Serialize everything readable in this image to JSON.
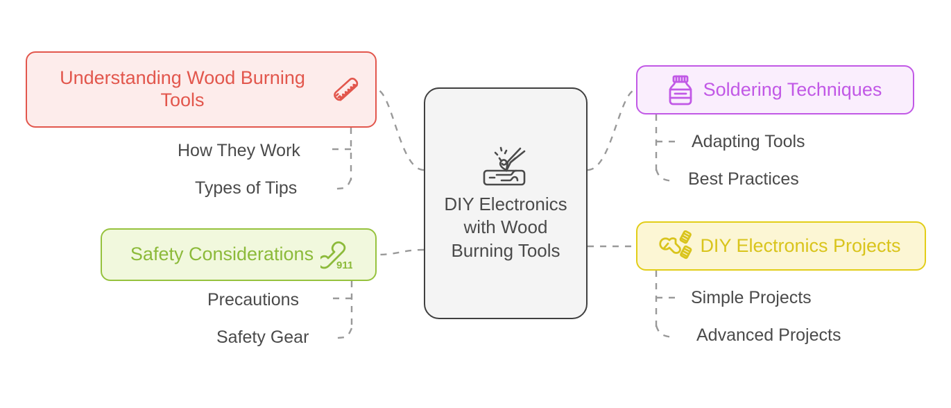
{
  "diagram": {
    "type": "mind-map",
    "background_color": "#ffffff",
    "connector_color": "#999999",
    "connector_style": "dashed"
  },
  "center": {
    "title": "DIY Electronics with Wood Burning Tools",
    "icon": "wood-burning-pen-icon",
    "text_color": "#4a4a4a",
    "border_color": "#3f3f3f",
    "fill_color": "#f4f4f4"
  },
  "branches": [
    {
      "id": "understanding",
      "label": "Understanding Wood Burning Tools",
      "icon": "hacksaw-icon",
      "accent_color": "#e2564c",
      "fill_color": "#fdeceb",
      "position": "top-left",
      "children": [
        {
          "label": "How They Work"
        },
        {
          "label": "Types of Tips"
        }
      ]
    },
    {
      "id": "safety",
      "label": "Safety Considerations",
      "icon": "emergency-phone-911-icon",
      "icon_badge": "911",
      "accent_color": "#8cba3a",
      "fill_color": "#f1f8dd",
      "position": "bottom-left",
      "children": [
        {
          "label": "Precautions"
        },
        {
          "label": "Safety Gear"
        }
      ]
    },
    {
      "id": "soldering",
      "label": "Soldering Techniques",
      "icon": "flux-jar-icon",
      "accent_color": "#c158e6",
      "fill_color": "#faeefd",
      "position": "top-right",
      "children": [
        {
          "label": "Adapting Tools"
        },
        {
          "label": "Best Practices"
        }
      ]
    },
    {
      "id": "projects",
      "label": "DIY Electronics Projects",
      "icon": "wrench-and-screws-icon",
      "accent_color": "#d9c41c",
      "fill_color": "#fcf6d4",
      "position": "bottom-right",
      "children": [
        {
          "label": "Simple Projects"
        },
        {
          "label": "Advanced Projects"
        }
      ]
    }
  ]
}
